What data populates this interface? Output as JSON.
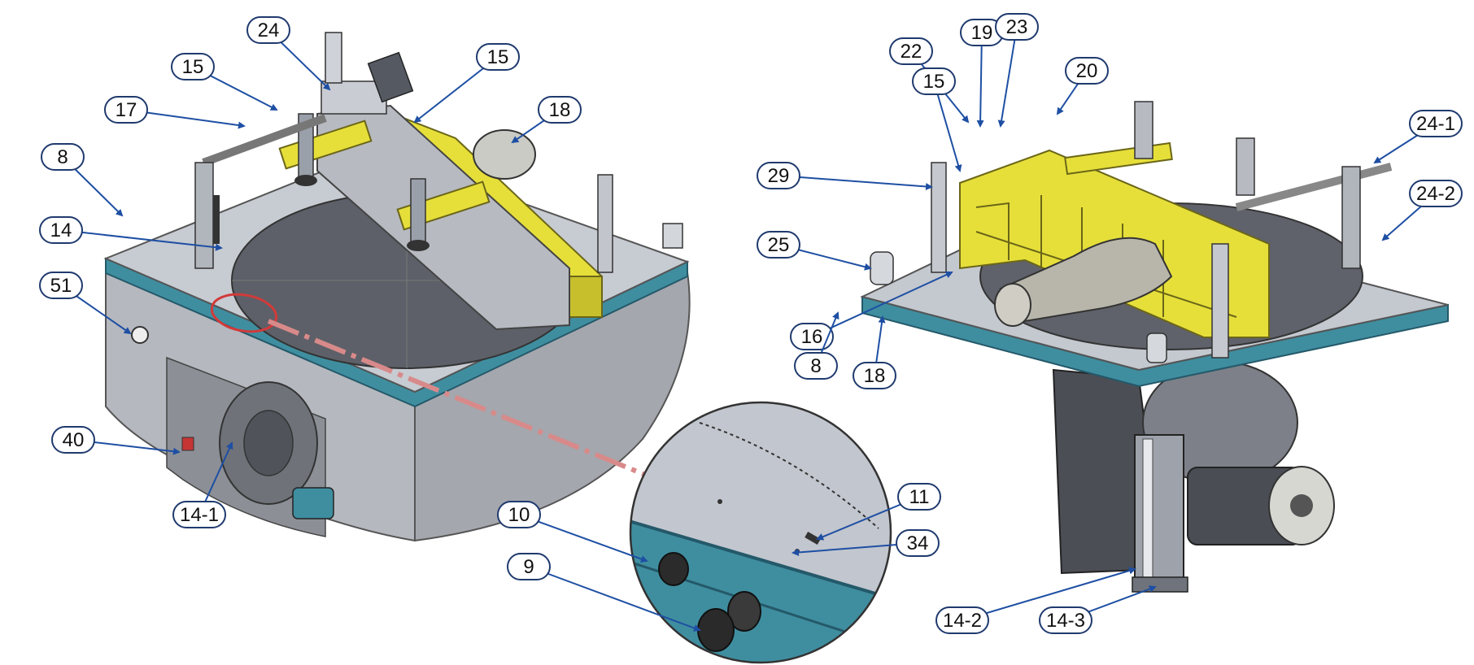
{
  "colors": {
    "steel": "#aeb2ba",
    "steel_dark": "#7b7f88",
    "steel_light": "#cfd3da",
    "plate_top": "#c3c7cf",
    "teal": "#3f8ea0",
    "teal_dark": "#2c6978",
    "yellow": "#e6df3a",
    "yellow_dark": "#b9b22a",
    "motor": "#d2d3cc",
    "leader": "#1e4fa3",
    "bubble_stroke": "#1f3a6e",
    "highlight": "#d23a3a"
  },
  "callouts": {
    "left": [
      "24",
      "15",
      "15",
      "17",
      "18",
      "8",
      "14",
      "51",
      "40",
      "14-1"
    ],
    "detail": [
      "10",
      "11",
      "9",
      "34"
    ],
    "right": [
      "22",
      "19",
      "23",
      "15",
      "20",
      "24-1",
      "29",
      "24-2",
      "25",
      "16",
      "8",
      "18",
      "14-2",
      "14-3"
    ]
  }
}
